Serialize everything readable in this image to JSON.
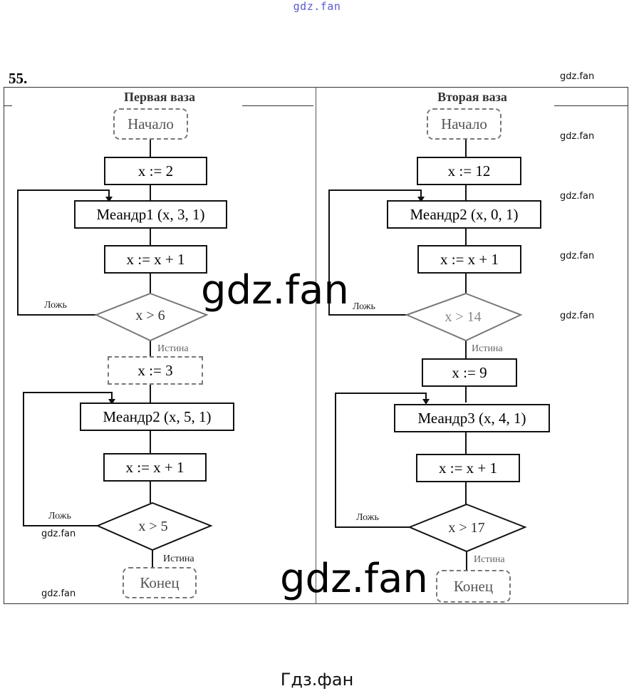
{
  "watermarks": {
    "top": "gdz.fan",
    "small": "gdz.fan",
    "large": "gdz.fan",
    "bottom": "Гдз.фан"
  },
  "problem_number": "55.",
  "columns": [
    {
      "title": "Первая ваза",
      "start": "Начало",
      "init": "x := 2",
      "loop1": {
        "call": "Меандр1 (x, 3, 1)",
        "inc": "x := x + 1",
        "cond": "x > 6"
      },
      "mid": "x := 3",
      "loop2": {
        "call": "Меандр2 (x, 5, 1)",
        "inc": "x := x + 1",
        "cond": "x > 5"
      },
      "end": "Конец",
      "false_label": "Ложь",
      "true_label": "Истина"
    },
    {
      "title": "Вторая ваза",
      "start": "Начало",
      "init": "x := 12",
      "loop1": {
        "call": "Меандр2 (x, 0, 1)",
        "inc": "x := x + 1",
        "cond": "x > 14"
      },
      "mid": "x := 9",
      "loop2": {
        "call": "Меандр3 (x, 4, 1)",
        "inc": "x := x + 1",
        "cond": "x > 17"
      },
      "end": "Конец",
      "false_label": "Ложь",
      "true_label": "Истина"
    }
  ]
}
